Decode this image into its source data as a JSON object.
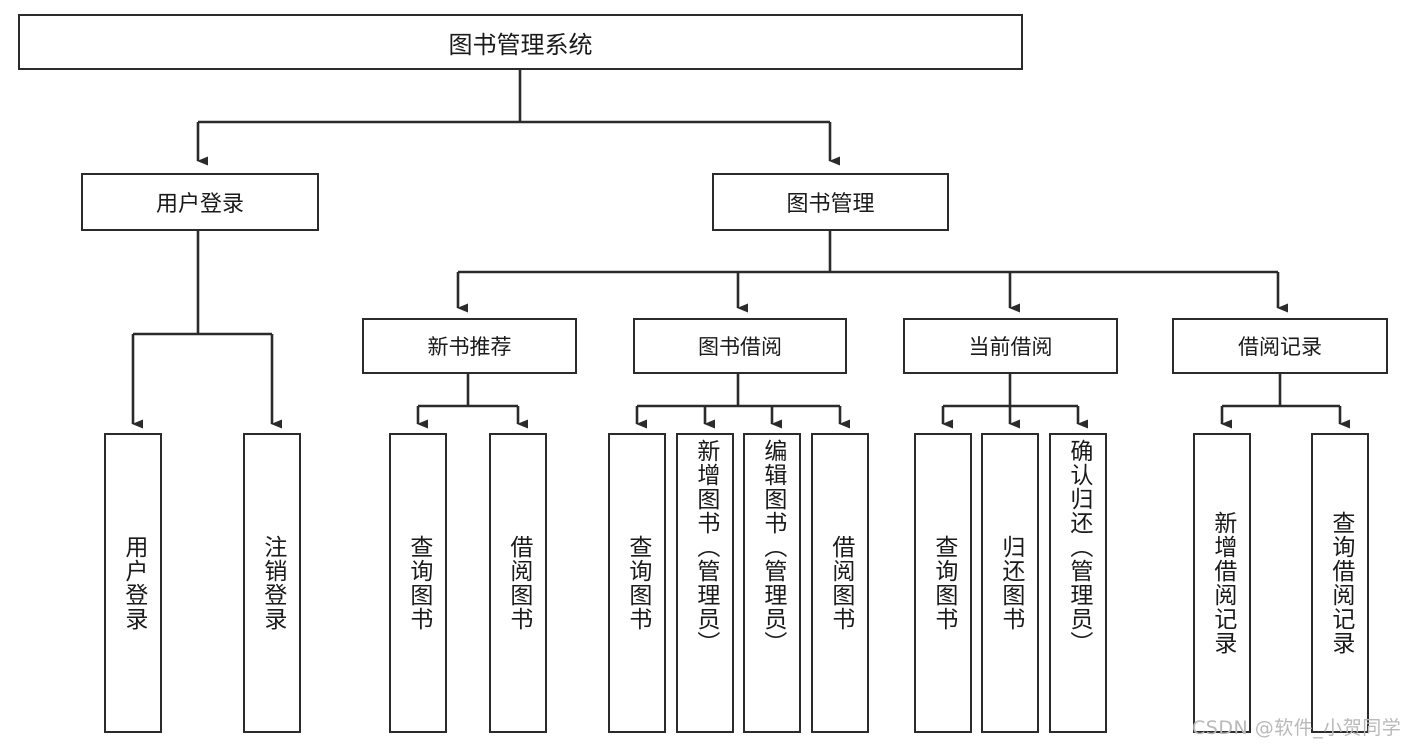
{
  "diagram": {
    "title": "图书管理系统",
    "type": "tree",
    "watermark": "CSDN @软件_小贺同学",
    "colors": {
      "border": "#2b2b2b",
      "background": "#ffffff",
      "text": "#1a1a1a",
      "watermark": "#b9b9b9"
    },
    "root": {
      "label": "图书管理系统"
    },
    "level1": [
      {
        "id": "user-login",
        "label": "用户登录"
      },
      {
        "id": "book-manage",
        "label": "图书管理"
      }
    ],
    "level2": [
      {
        "id": "new-book-rec",
        "label": "新书推荐",
        "parent": "book-manage"
      },
      {
        "id": "book-borrow",
        "label": "图书借阅",
        "parent": "book-manage"
      },
      {
        "id": "current-borrow",
        "label": "当前借阅",
        "parent": "book-manage"
      },
      {
        "id": "borrow-record",
        "label": "借阅记录",
        "parent": "book-manage"
      }
    ],
    "leaves": [
      {
        "id": "leaf-user-login",
        "label": "用户登录",
        "parent": "user-login"
      },
      {
        "id": "leaf-logout",
        "label": "注销登录",
        "parent": "user-login"
      },
      {
        "id": "leaf-query-book-1",
        "label": "查询图书",
        "parent": "new-book-rec"
      },
      {
        "id": "leaf-borrow-book-1",
        "label": "借阅图书",
        "parent": "new-book-rec"
      },
      {
        "id": "leaf-query-book-2",
        "label": "查询图书",
        "parent": "book-borrow"
      },
      {
        "id": "leaf-add-book",
        "label": "新增图书（管理员）",
        "parent": "book-borrow"
      },
      {
        "id": "leaf-edit-book",
        "label": "编辑图书（管理员）",
        "parent": "book-borrow"
      },
      {
        "id": "leaf-borrow-book-2",
        "label": "借阅图书",
        "parent": "book-borrow"
      },
      {
        "id": "leaf-query-book-3",
        "label": "查询图书",
        "parent": "current-borrow"
      },
      {
        "id": "leaf-return-book",
        "label": "归还图书",
        "parent": "current-borrow"
      },
      {
        "id": "leaf-confirm-return",
        "label": "确认归还（管理员）",
        "parent": "current-borrow"
      },
      {
        "id": "leaf-add-record",
        "label": "新增借阅记录",
        "parent": "borrow-record"
      },
      {
        "id": "leaf-query-record",
        "label": "查询借阅记录",
        "parent": "borrow-record"
      }
    ]
  }
}
